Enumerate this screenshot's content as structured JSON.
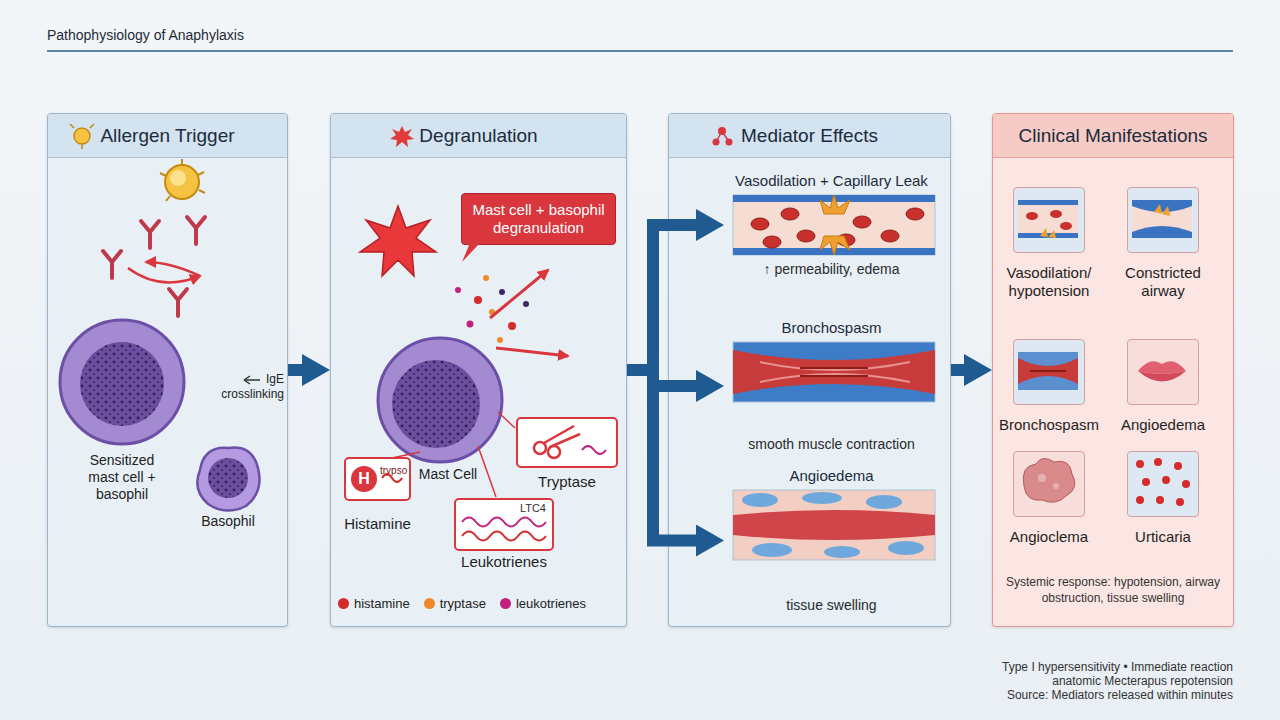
{
  "diagram": {
    "title": "Pathophysiology of Anaphylaxis",
    "nodes": [
      {
        "text": [
          "Allergen Trigger"
        ]
      },
      {
        "text": [
          "Degranulation"
        ]
      },
      {
        "text": [
          "Mediator Effects"
        ]
      },
      {
        "text": [
          "Clinical Manifestations"
        ]
      },
      {
        "text": [
          "Mast cell + basophil degranulation"
        ],
        "in": 1
      },
      {
        "text": [
          "H",
          "trypso",
          "Histamine"
        ],
        "in": 1
      },
      {
        "text": [
          "Tryptase"
        ],
        "in": 1
      },
      {
        "text": [
          "LTC4",
          "Leukotrienes"
        ],
        "in": 1
      },
      {
        "text": [
          "Vasodilation + Capillary Leak",
          "↑ permeability, edema"
        ],
        "in": 2
      },
      {
        "text": [
          "Bronchospasm",
          "smooth muscle contraction"
        ],
        "in": 2
      },
      {
        "text": [
          "Angioedema",
          "tissue swelling"
        ],
        "in": 2
      },
      {
        "text": [
          "Vasodilation/ hypotension"
        ],
        "in": 3
      },
      {
        "text": [
          "Constricted airway"
        ],
        "in": 3
      },
      {
        "text": [
          "Bronchospasm"
        ],
        "in": 3
      },
      {
        "text": [
          "Angioedema"
        ],
        "in": 3
      },
      {
        "text": [
          "Angioclema"
        ],
        "in": 3
      },
      {
        "text": [
          "Urticaria"
        ],
        "in": 3
      }
    ],
    "edges": [
      {
        "from": 0,
        "to": 1,
        "arrow": "to"
      },
      {
        "from": 1,
        "to": 8,
        "arrow": "to"
      },
      {
        "from": 1,
        "to": 9,
        "arrow": "to"
      },
      {
        "from": 1,
        "to": 10,
        "arrow": "to"
      },
      {
        "from": 2,
        "to": 3,
        "arrow": "to"
      }
    ],
    "labels": [
      "IgE crosslinking",
      "Sensitized mast cell + basophil",
      "Basophil",
      "Mast Cell",
      "Systemic response: hypotension, airway obstruction, tissue swelling",
      "Type I hypersensitivity • Immediate reaction",
      "anatomic Mecterapus repotension",
      "Source: Mediators released within minutes"
    ],
    "legend": [
      {
        "text": "histamine",
        "color": "#d42b2b"
      },
      {
        "text": "tryptase",
        "color": "#f0892a"
      },
      {
        "text": "leukotrienes",
        "color": "#c4217f"
      }
    ]
  }
}
